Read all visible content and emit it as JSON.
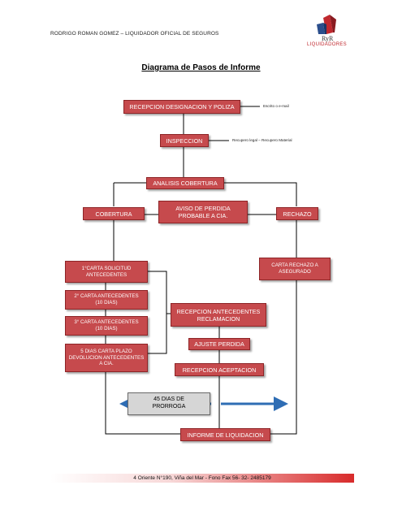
{
  "header": {
    "company": "RODRIGO ROMAN GOMEZ – LIQUIDADOR OFICIAL DE SEGUROS",
    "logo_name": "RyR",
    "logo_sub": "LIQUIDADORES"
  },
  "title": "Diagrama de Pasos de Informe",
  "diagram": {
    "recepcion": "RECEPCION DESIGNACION Y POLIZA",
    "recepcion_note": "Escrito o e-mail",
    "inspeccion": "INSPECCION",
    "inspeccion_note": "Recupero legal – Recupero Material",
    "analisis": "ANALISIS COBERTURA",
    "cobertura": "COBERTURA",
    "aviso": "AVISO DE PERDIDA\nPROBABLE A CIA.",
    "rechazo": "RECHAZO",
    "carta1": "1°CARTA SOLICITUD\nANTECEDENTES",
    "carta2": "2° CARTA ANTECEDENTES\n(10 DIAS)",
    "carta3": "3° CARTA ANTECEDENTES\n(10 DIAS)",
    "carta5": "5 DIAS CARTA PLAZO\nDEVOLUCION ANTECEDENTES\nA CIA.",
    "carta_rechazo": "CARTA RECHAZO A\nASEGURADO",
    "recepcion_antecedentes": "RECEPCION ANTECEDENTES\nRECLAMACION",
    "ajuste": "AJUSTE PERDIDA",
    "aceptacion": "RECEPCION ACEPTACION",
    "prorroga": "45 DIAS DE\nPRORROGA",
    "informe": "INFORME DE LIQUIDACION"
  },
  "colors": {
    "box": "#c64a4d",
    "arrow": "#2e6db4"
  },
  "footer": "4 Oriente N°190, Viña del Mar - Fono Fax 56- 32- 2485179"
}
